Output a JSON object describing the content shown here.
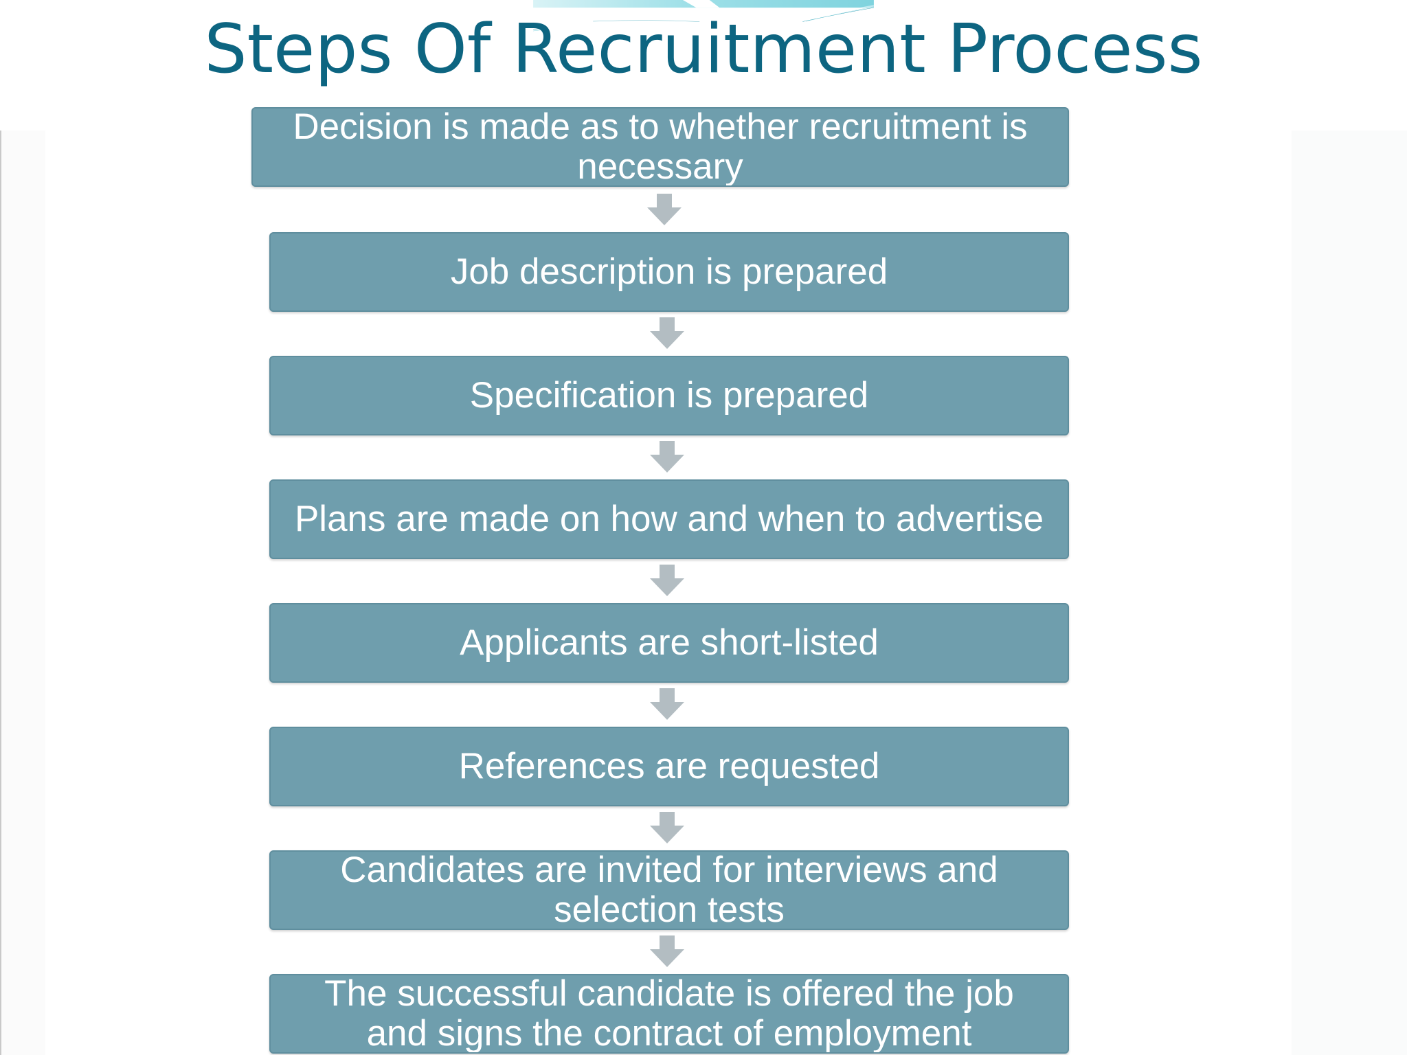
{
  "slide": {
    "title": "Steps Of Recruitment Process"
  },
  "colors": {
    "title": "#0d6581",
    "step_fill": "#6f9ead",
    "step_text": "#ffffff",
    "arrow": "#b3bdc2",
    "accent_band": "#7fd3de"
  },
  "flow": {
    "steps": [
      {
        "label": "Decision is made as to whether recruitment is necessary"
      },
      {
        "label": "Job description is prepared"
      },
      {
        "label": "Specification is prepared"
      },
      {
        "label": "Plans are made on how and when to advertise"
      },
      {
        "label": "Applicants are short-listed"
      },
      {
        "label": "References are requested"
      },
      {
        "label": "Candidates are invited for interviews and selection tests"
      },
      {
        "label": "The successful candidate is offered the job and signs the contract of employment"
      }
    ],
    "connector_icon": "down-arrow-icon"
  }
}
